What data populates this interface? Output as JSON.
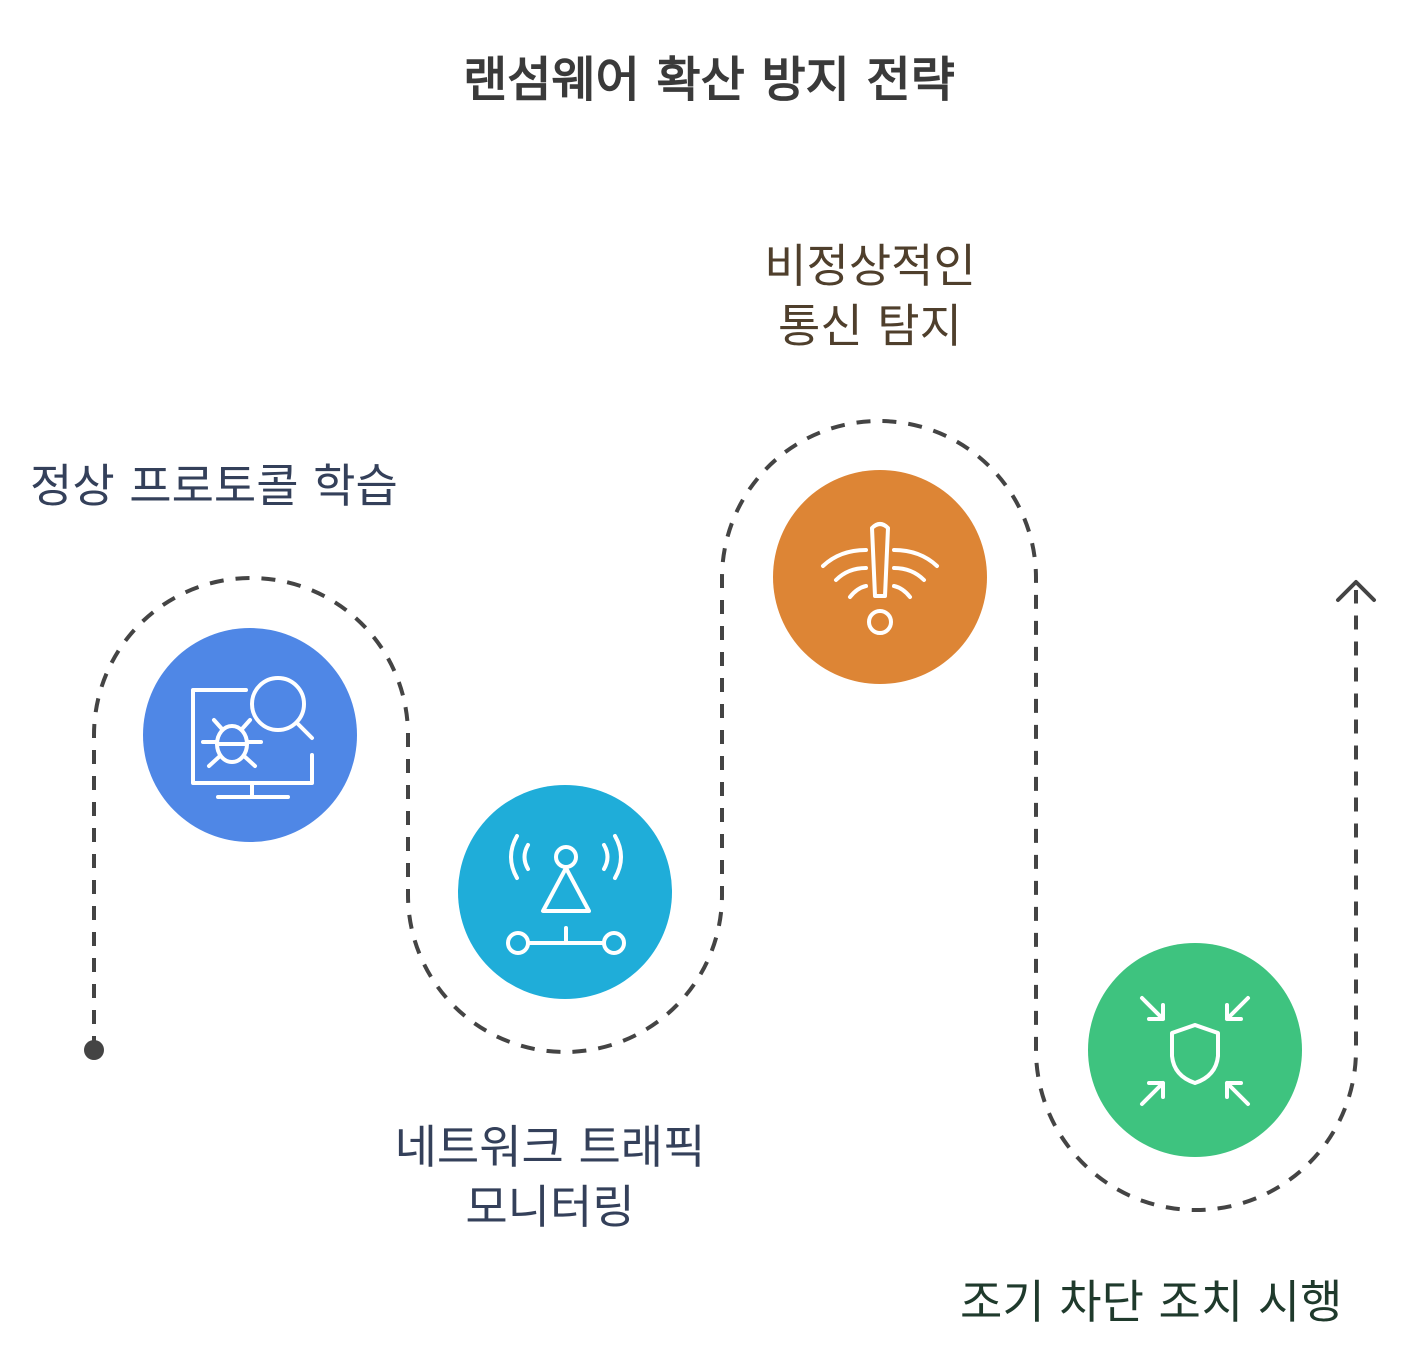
{
  "title": "랜섬웨어 확산 방지 전략",
  "steps": [
    {
      "label": "정상 프로토콜 학습",
      "icon": "bug-search-monitor-icon",
      "color": "#4f87e6"
    },
    {
      "label_line1": "네트워크 트래픽",
      "label_line2": "모니터링",
      "icon": "network-antenna-icon",
      "color": "#1fadd9"
    },
    {
      "label_line1": "비정상적인",
      "label_line2": "통신 탐지",
      "icon": "signal-alert-icon",
      "color": "#dd8535"
    },
    {
      "label": "조기 차단 조치 시행",
      "icon": "shield-contain-icon",
      "color": "#3ec37f"
    }
  ]
}
